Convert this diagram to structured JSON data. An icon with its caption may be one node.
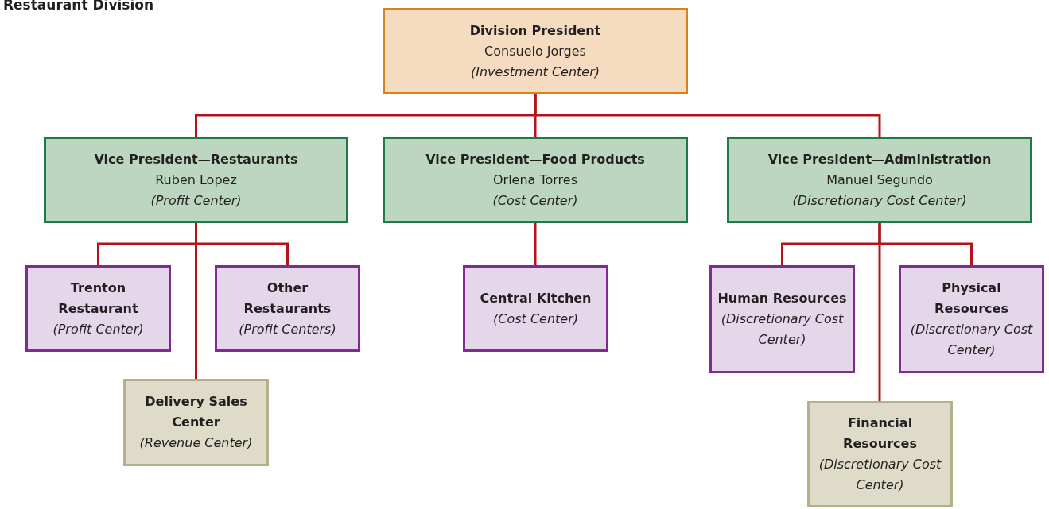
{
  "diagram": {
    "title": "Restaurant Division",
    "nodes": [
      {
        "text": [
          "Division President",
          "Consuelo Jorges",
          "(Investment Center)"
        ]
      },
      {
        "text": [
          "Vice President—Restaurants",
          "Ruben Lopez",
          "(Profit Center)"
        ]
      },
      {
        "text": [
          "Vice President—Food Products",
          "Orlena Torres",
          "(Cost Center)"
        ]
      },
      {
        "text": [
          "Vice President—Administration",
          "Manuel Segundo",
          "(Discretionary Cost Center)"
        ]
      },
      {
        "text": [
          "Trenton Restaurant",
          "(Profit Center)"
        ]
      },
      {
        "text": [
          "Other Restaurants",
          "(Profit Centers)"
        ]
      },
      {
        "text": [
          "Delivery Sales Center",
          "(Revenue Center)"
        ]
      },
      {
        "text": [
          "Central Kitchen",
          "(Cost Center)"
        ]
      },
      {
        "text": [
          "Human Resources",
          "(Discretionary Cost Center)"
        ]
      },
      {
        "text": [
          "Physical Resources",
          "(Discretionary Cost Center)"
        ]
      },
      {
        "text": [
          "Financial Resources",
          "(Discretionary Cost Center)"
        ]
      }
    ],
    "edges": [
      {
        "from": 0,
        "to": 1,
        "arrow": "none"
      },
      {
        "from": 0,
        "to": 2,
        "arrow": "none"
      },
      {
        "from": 0,
        "to": 3,
        "arrow": "none"
      },
      {
        "from": 1,
        "to": 4,
        "arrow": "none"
      },
      {
        "from": 1,
        "to": 5,
        "arrow": "none"
      },
      {
        "from": 1,
        "to": 6,
        "arrow": "none"
      },
      {
        "from": 2,
        "to": 7,
        "arrow": "none"
      },
      {
        "from": 3,
        "to": 8,
        "arrow": "none"
      },
      {
        "from": 3,
        "to": 9,
        "arrow": "none"
      },
      {
        "from": 3,
        "to": 10,
        "arrow": "none"
      }
    ]
  }
}
